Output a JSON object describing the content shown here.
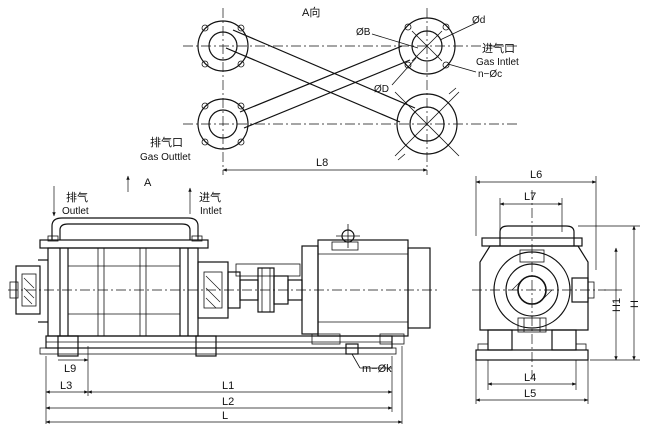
{
  "top_view": {
    "view_label": "A向",
    "dim_b": "ØB",
    "dim_d_small": "Ød",
    "dim_d_large": "ØD",
    "dim_holes": "n−Øc",
    "gas_inlet_cn": "进气口",
    "gas_inlet_en": "Gas Intlet",
    "gas_outlet_cn": "排气口",
    "gas_outlet_en": "Gas Outtlet",
    "dim_l8": "L8"
  },
  "front_view": {
    "outlet_cn": "排气",
    "outlet_en": "Outlet",
    "view_marker": "A",
    "inlet_cn": "进气",
    "inlet_en": "Intlet",
    "dim_l9": "L9",
    "dim_l3": "L3",
    "dim_l1": "L1",
    "dim_l2": "L2",
    "dim_l": "L",
    "dim_bolts": "m−Øk"
  },
  "side_view": {
    "dim_l6": "L6",
    "dim_l7": "L7",
    "dim_h": "H",
    "dim_h1": "H1",
    "dim_l4": "L4",
    "dim_l5": "L5"
  }
}
